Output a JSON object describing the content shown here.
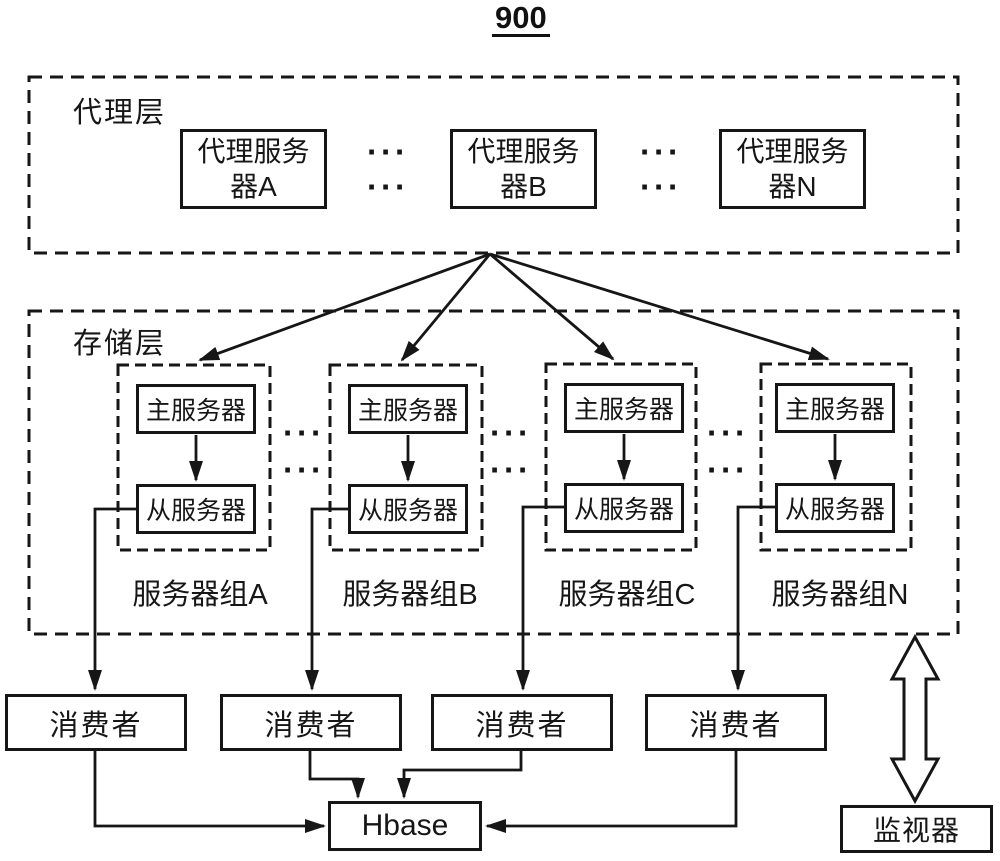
{
  "title": "900",
  "decor": {
    "dots": "···"
  },
  "proxy_layer": {
    "label": "代理层",
    "servers": [
      {
        "line1": "代理服务",
        "line2": "器A"
      },
      {
        "line1": "代理服务",
        "line2": "器B"
      },
      {
        "line1": "代理服务",
        "line2": "器N"
      }
    ]
  },
  "storage_layer": {
    "label": "存储层",
    "groups": [
      {
        "master": "主服务器",
        "slave": "从服务器",
        "label": "服务器组A"
      },
      {
        "master": "主服务器",
        "slave": "从服务器",
        "label": "服务器组B"
      },
      {
        "master": "主服务器",
        "slave": "从服务器",
        "label": "服务器组C"
      },
      {
        "master": "主服务器",
        "slave": "从服务器",
        "label": "服务器组N"
      }
    ]
  },
  "consumers": [
    {
      "label": "消费者"
    },
    {
      "label": "消费者"
    },
    {
      "label": "消费者"
    },
    {
      "label": "消费者"
    }
  ],
  "hbase": {
    "label": "Hbase"
  },
  "monitor": {
    "label": "监视器"
  }
}
